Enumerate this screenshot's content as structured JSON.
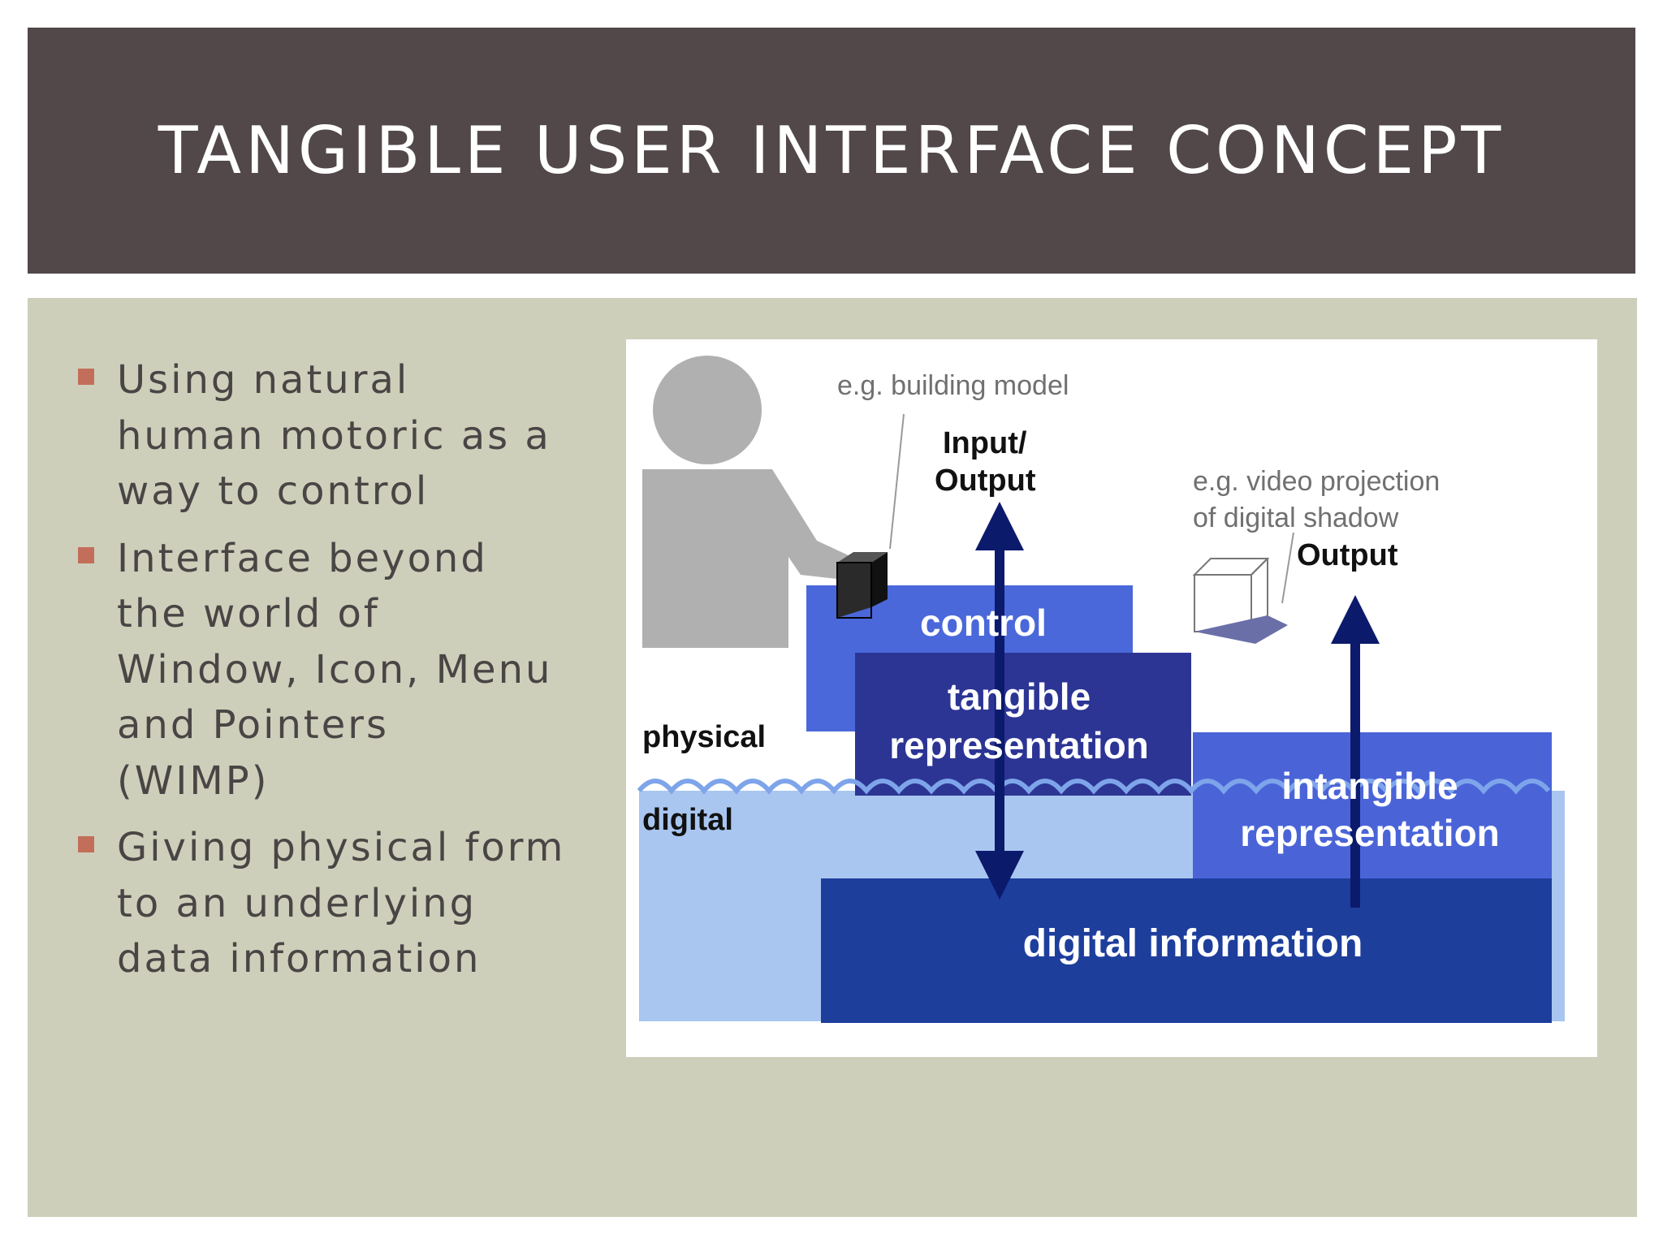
{
  "slide": {
    "title": "TANGIBLE USER INTERFACE CONCEPT"
  },
  "bullets": [
    {
      "lines": [
        "Using natural",
        "human motoric as a",
        "way to control"
      ]
    },
    {
      "lines": [
        "Interface beyond",
        "the world of",
        "Window, Icon, Menu",
        "and Pointers",
        "(WIMP)"
      ]
    },
    {
      "lines": [
        "Giving physical form",
        "to an underlying",
        "data information"
      ]
    }
  ],
  "diagram": {
    "label_building_model": "e.g. building model",
    "label_input_output_1": "Input/",
    "label_input_output_2": "Output",
    "label_video_projection_1": "e.g. video projection",
    "label_video_projection_2": "of digital shadow",
    "label_output": "Output",
    "label_control": "control",
    "label_tangible_1": "tangible",
    "label_tangible_2": "representation",
    "label_physical": "physical",
    "label_digital": "digital",
    "label_intangible_1": "intangible",
    "label_intangible_2": "representation",
    "label_digital_information": "digital information"
  },
  "colors": {
    "title_bar": "#524849",
    "panel": "#cecfba",
    "bullet_marker": "#c36e5b",
    "control_block": "#4a68da",
    "tangible_block": "#2c3594",
    "intangible_block": "#4a64d8",
    "digital_information_block": "#1e3e9c",
    "water": "#a9c6f0",
    "arrow": "#0c1a6c"
  }
}
